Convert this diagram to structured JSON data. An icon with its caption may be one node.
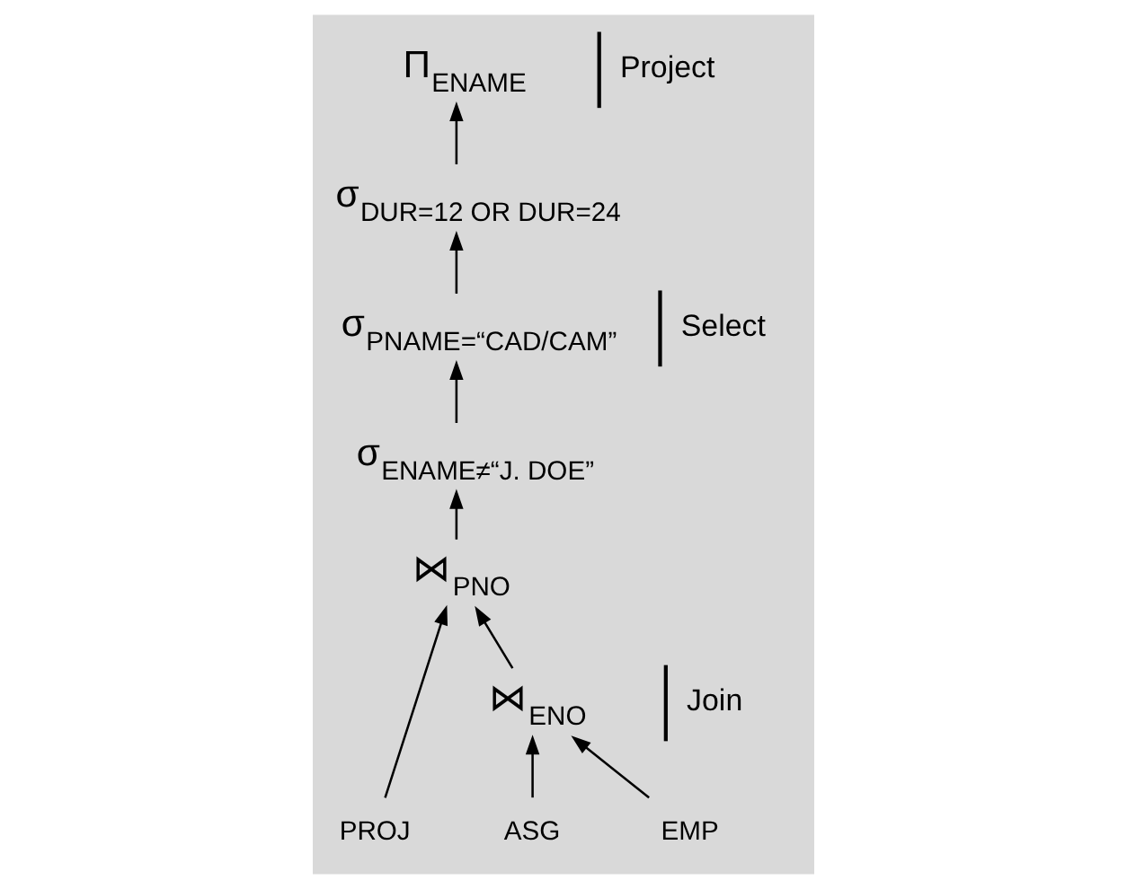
{
  "diagram": {
    "nodes": [
      {
        "text": [
          "Π$_{ENAME}$"
        ]
      },
      {
        "text": [
          "σ$_{DUR=12 OR DUR=24}$"
        ]
      },
      {
        "text": [
          "σ$_{PNAME=“CAD/CAM”}$"
        ]
      },
      {
        "text": [
          "σ$_{ENAME≠“J. DOE”}$"
        ]
      },
      {
        "text": [
          "⋈$_{PNO}$"
        ]
      },
      {
        "text": [
          "⋈$_{ENO}$"
        ]
      },
      {
        "text": [
          "PROJ"
        ]
      },
      {
        "text": [
          "ASG"
        ]
      },
      {
        "text": [
          "EMP"
        ]
      }
    ],
    "edges": [
      {
        "from": 1,
        "to": 0,
        "arrow": "to"
      },
      {
        "from": 2,
        "to": 1,
        "arrow": "to"
      },
      {
        "from": 3,
        "to": 2,
        "arrow": "to"
      },
      {
        "from": 4,
        "to": 3,
        "arrow": "to"
      },
      {
        "from": 6,
        "to": 4,
        "arrow": "to"
      },
      {
        "from": 5,
        "to": 4,
        "arrow": "to"
      },
      {
        "from": 7,
        "to": 5,
        "arrow": "to"
      },
      {
        "from": 8,
        "to": 5,
        "arrow": "to"
      }
    ],
    "labels": [
      "Project",
      "Select",
      "Join"
    ]
  }
}
